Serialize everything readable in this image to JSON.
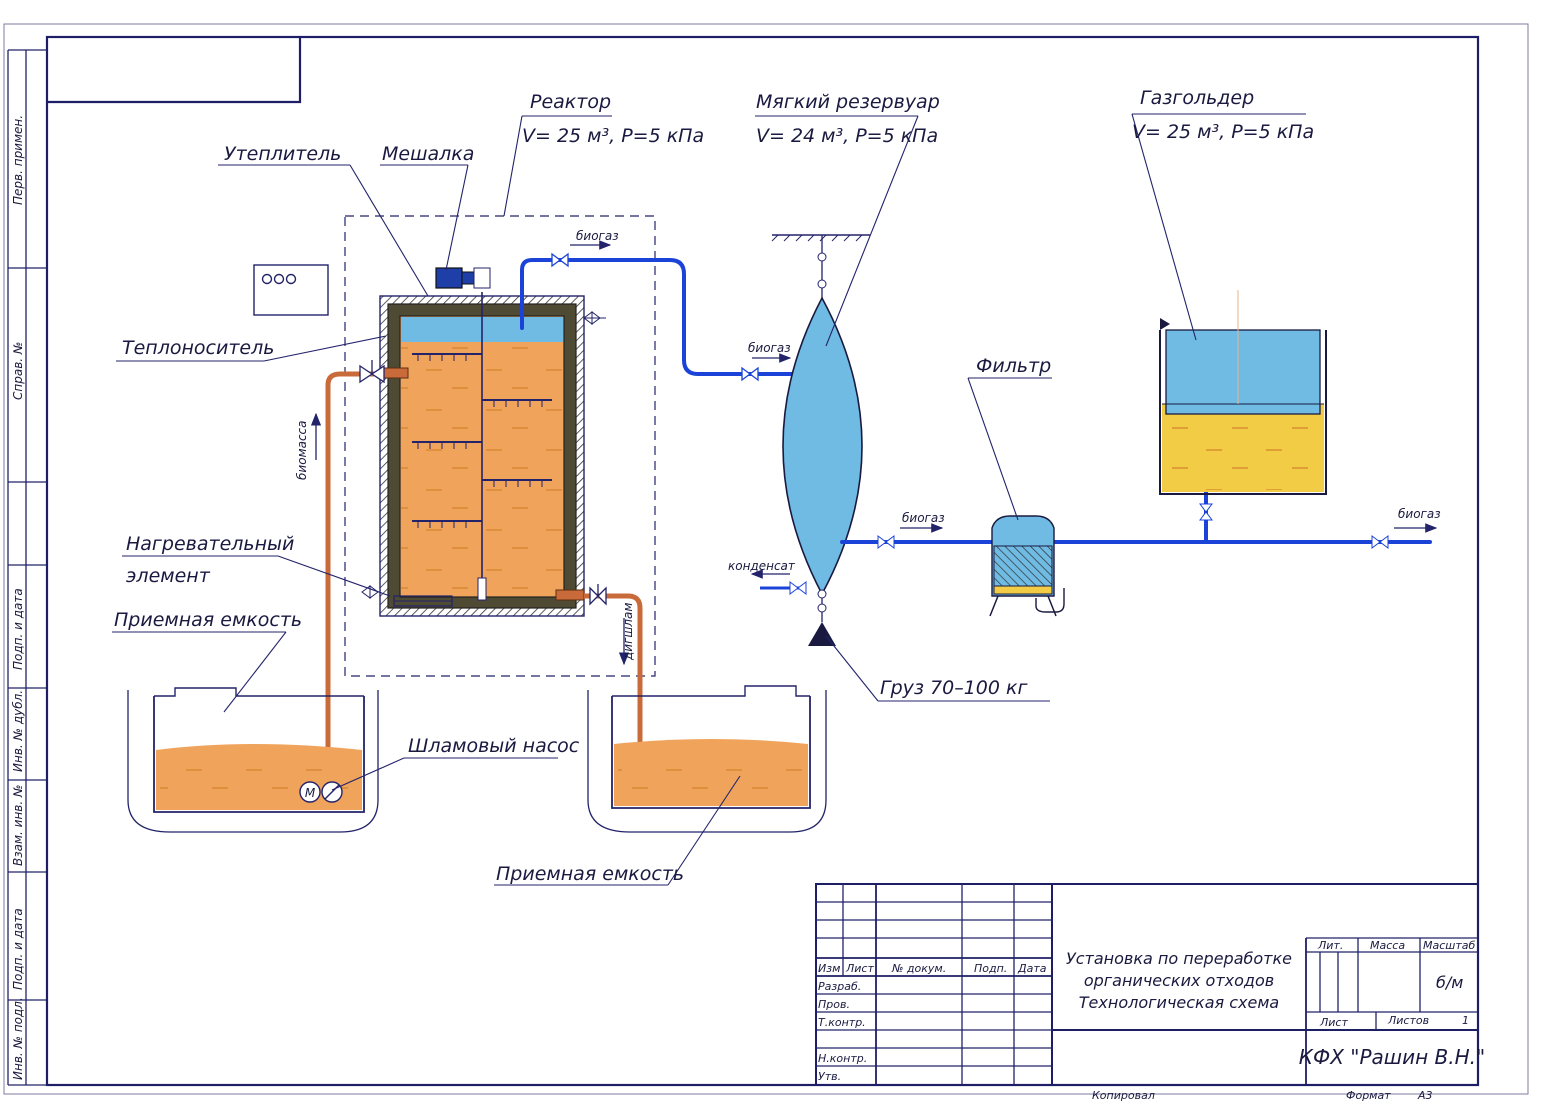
{
  "title_block": {
    "title_lines": [
      "Установка по переработке",
      "органических отходов",
      "Технологическая схема"
    ],
    "organization": "КФХ \"Рашин В.Н.\"",
    "columns": [
      "Изм",
      "Лист",
      "№ докум.",
      "Подп.",
      "Дата"
    ],
    "roles": [
      "Разраб.",
      "Пров.",
      "Т.контр.",
      "Н.контр.",
      "Утв."
    ],
    "lit_label": "Лит.",
    "mass_label": "Масса",
    "scale_label": "Масштаб",
    "scale_value": "б/м",
    "sheet_label": "Лист",
    "sheets_label": "Листов",
    "sheets_value": "1",
    "copied_label": "Копировал",
    "format_label": "Формат",
    "format_value": "А3"
  },
  "side_stamp": [
    "Перв. примен.",
    "Справ. №",
    "Подп. и дата",
    "Инв. № дубл.",
    "Взам. инв. №",
    "Подп. и дата",
    "Инв. № подл."
  ],
  "labels": {
    "reactor": "Реактор",
    "reactor_spec": "V= 25 м³, P=5 кПа",
    "soft_tank": "Мягкий резервуар",
    "soft_tank_spec": "V= 24 м³, P=5 кПа",
    "gasholder": "Газгольдер",
    "gasholder_spec": "V= 25 м³, P=5 кПа",
    "insulation": "Утеплитель",
    "mixer": "Мешалка",
    "heat_carrier": "Теплоноситель",
    "heating_element_1": "Нагревательный",
    "heating_element_2": "элемент",
    "receiving_tank_1": "Приемная емкость",
    "receiving_tank_2": "Приемная емкость",
    "sludge_pump": "Шламовый насос",
    "filter": "Фильтр",
    "weight": "Груз 70–100 кг"
  },
  "flow_labels": {
    "biogas_reactor": "биогаз",
    "biogas_tank_in": "биогаз",
    "biogas_tank_out": "биогаз",
    "biogas_out": "биогаз",
    "condensate": "конденсат",
    "biomass": "биомасса",
    "digestate": "дигшлам"
  },
  "pump_motor_letter": "М",
  "colors": {
    "line": "#23236b",
    "pipe_blue": "#1b43d8",
    "liquid_orange": "#f0a35a",
    "gas_blue": "#6fbbe3",
    "liquid_yellow": "#f2cc45",
    "pipe_orange": "#c96a3a"
  }
}
